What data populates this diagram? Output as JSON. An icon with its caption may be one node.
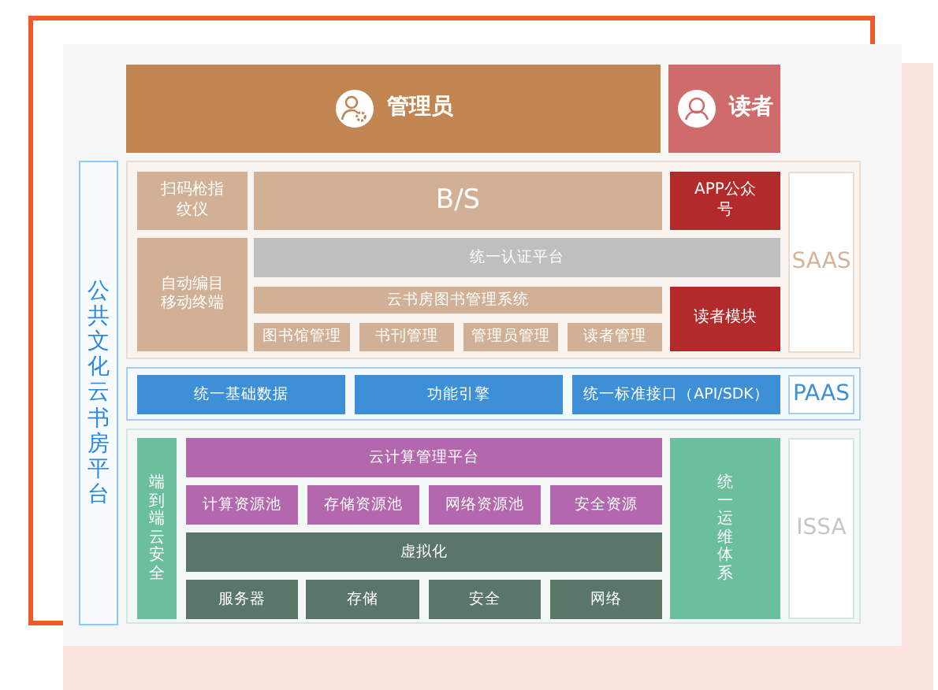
{
  "diagram": {
    "nodes": [
      {
        "text": [
          "管理员"
        ]
      },
      {
        "text": [
          "读者"
        ]
      },
      {
        "text": [
          "公共文化云书房平台"
        ]
      },
      {
        "text": [],
        "shape": "box"
      },
      {
        "text": [
          "扫码枪指纹仪"
        ],
        "in": 3
      },
      {
        "text": [
          "B/S"
        ],
        "in": 3
      },
      {
        "text": [
          "APP公众号"
        ],
        "in": 3
      },
      {
        "text": [
          "SAAS"
        ],
        "in": 3
      },
      {
        "text": [
          "自动编目移动终端"
        ],
        "in": 3
      },
      {
        "text": [
          "统一认证平台"
        ],
        "in": 3
      },
      {
        "text": [
          "云书房图书管理系统"
        ],
        "in": 3
      },
      {
        "text": [
          "读者模块"
        ],
        "in": 3
      },
      {
        "text": [
          "图书馆管理"
        ],
        "in": 3
      },
      {
        "text": [
          "书刊管理"
        ],
        "in": 3
      },
      {
        "text": [
          "管理员管理"
        ],
        "in": 3
      },
      {
        "text": [
          "读者管理"
        ],
        "in": 3
      },
      {
        "text": [],
        "shape": "box"
      },
      {
        "text": [
          "统一基础数据"
        ],
        "in": 16
      },
      {
        "text": [
          "功能引擎"
        ],
        "in": 16
      },
      {
        "text": [
          "统一标准接口（API/SDK）"
        ],
        "in": 16
      },
      {
        "text": [
          "PAAS"
        ],
        "in": 16
      },
      {
        "text": [],
        "shape": "box"
      },
      {
        "text": [
          "端到端云安全"
        ],
        "in": 21
      },
      {
        "text": [
          "云计算管理平台"
        ],
        "in": 21
      },
      {
        "text": [
          "统一运维体系"
        ],
        "in": 21
      },
      {
        "text": [
          "ISSA"
        ],
        "in": 21
      },
      {
        "text": [
          "计算资源池"
        ],
        "in": 21
      },
      {
        "text": [
          "存储资源池"
        ],
        "in": 21
      },
      {
        "text": [
          "网络资源池"
        ],
        "in": 21
      },
      {
        "text": [
          "安全资源"
        ],
        "in": 21
      },
      {
        "text": [
          "虚拟化"
        ],
        "in": 21
      },
      {
        "text": [
          "服务器"
        ],
        "in": 21
      },
      {
        "text": [
          "存储"
        ],
        "in": 21
      },
      {
        "text": [
          "安全"
        ],
        "in": 21
      },
      {
        "text": [
          "网络"
        ],
        "in": 21
      }
    ]
  }
}
